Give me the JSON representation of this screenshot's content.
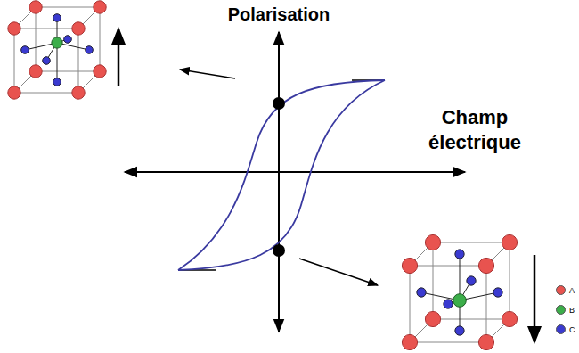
{
  "diagram": {
    "labels": [
      "Polarisation",
      "Champ électrique"
    ],
    "legend": [
      {
        "text": "A",
        "color": "#e8534f"
      },
      {
        "text": "B",
        "color": "#3cae4a"
      },
      {
        "text": "C",
        "color": "#3a3ad0"
      }
    ]
  }
}
